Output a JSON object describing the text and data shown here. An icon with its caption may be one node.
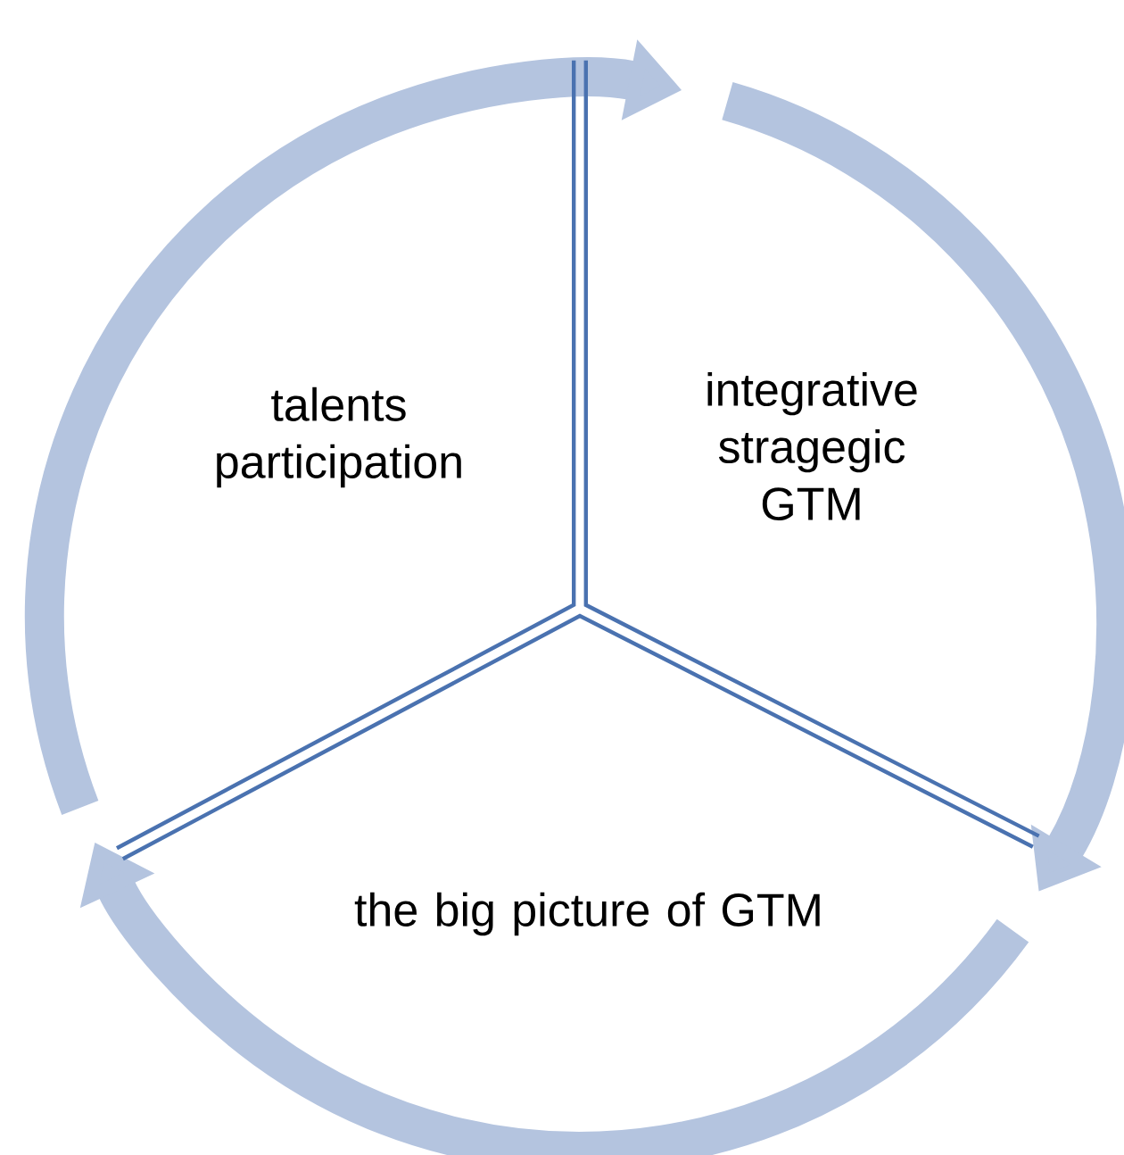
{
  "diagram": {
    "nodes": [
      {
        "text": [
          "talents participation"
        ]
      },
      {
        "text": [
          "integrative stragegic GTM"
        ]
      },
      {
        "text": [
          "the big picture of GTM"
        ]
      }
    ],
    "edges": [
      {
        "from": 1,
        "to": 2,
        "arrow": "to"
      },
      {
        "from": 2,
        "to": 0,
        "arrow": "to"
      },
      {
        "from": 0,
        "to": 1,
        "arrow": "to"
      }
    ]
  }
}
